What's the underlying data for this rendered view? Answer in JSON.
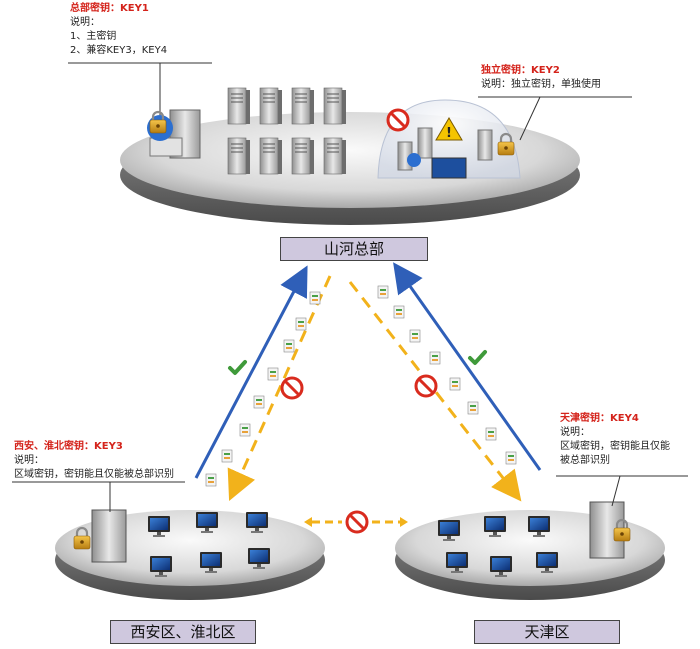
{
  "hq": {
    "name": "山河总部",
    "key_title": "总部密钥：KEY1",
    "key_desc": [
      "说明：",
      "1、主密钥",
      "2、兼容KEY3，KEY4"
    ],
    "indep_key_title": "独立密钥：KEY2",
    "indep_key_desc": [
      "说明：独立密钥，单独使用"
    ]
  },
  "xian": {
    "name": "西安区、淮北区",
    "key_title": "西安、淮北密钥：KEY3",
    "key_desc": [
      "说明：",
      "区域密钥，密钥能且仅能被总部识别"
    ]
  },
  "tianjin": {
    "name": "天津区",
    "key_title": "天津密钥：KEY4",
    "key_desc": [
      "说明：",
      "区域密钥，密钥能且仅能",
      "被总部识别"
    ]
  },
  "colors": {
    "key_title": "#d4231b",
    "arrow_blue": "#2f5fb8",
    "arrow_orange": "#f2b21b",
    "label_bg": "#cfc8de",
    "no_sign": "#d92b1e"
  }
}
